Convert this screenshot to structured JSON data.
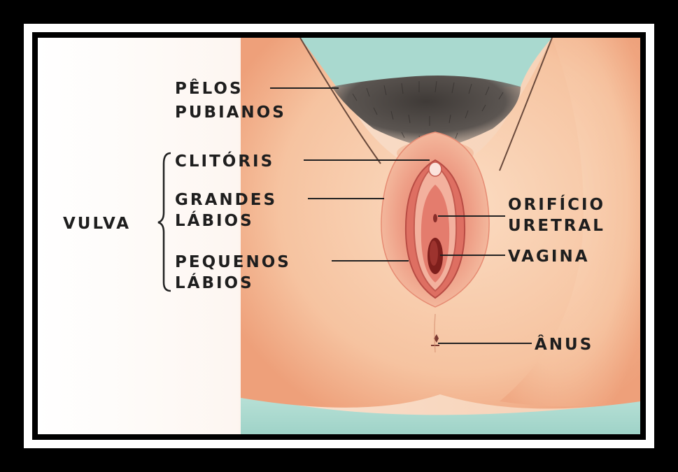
{
  "labels": {
    "pelos_line1": "PÊLOS",
    "pelos_line2": "PUBIANOS",
    "clitoris": "CLITÓRIS",
    "grandes_line1": "GRANDES",
    "grandes_line2": "LÁBIOS",
    "pequenos_line1": "PEQUENOS",
    "pequenos_line2": "LÁBIOS",
    "vulva": "VULVA",
    "orificio_line1": "ORIFÍCIO",
    "orificio_line2": "URETRAL",
    "vagina": "VAGINA",
    "anus": "ÂNUS"
  },
  "colors": {
    "frame": "#000000",
    "frame_inner": "#ffffff",
    "skin": "#f7c8a6",
    "skin_shadow": "#eea27e",
    "background_teal": "#a9d9cf",
    "hair": "#4a4542",
    "labia": "#e48a78",
    "inner": "#c8534a",
    "text": "#1e1e1e",
    "leader": "#222222"
  }
}
